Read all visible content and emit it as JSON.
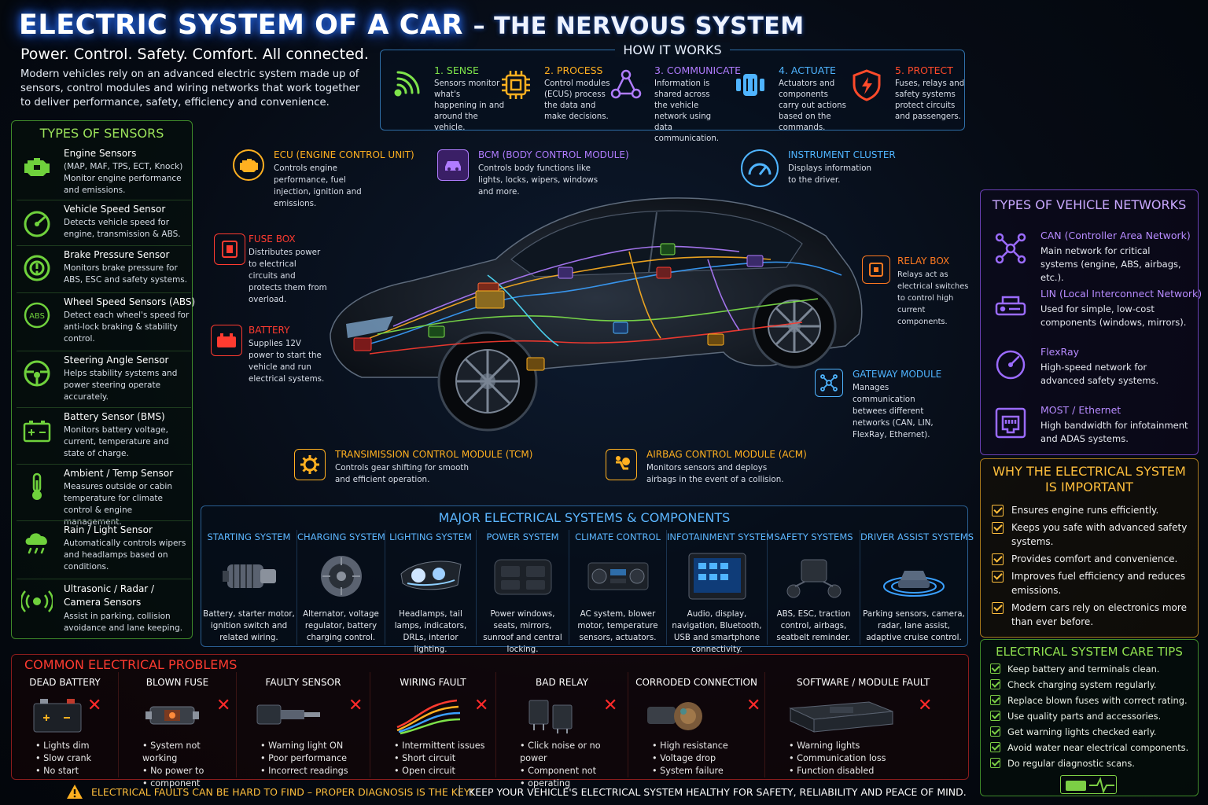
{
  "header": {
    "title_main": "ELECTRIC SYSTEM OF A CAR",
    "title_sub": "– THE NERVOUS SYSTEM",
    "tagline": "Power. Control. Safety. Comfort. All connected.",
    "intro": "Modern vehicles rely on an advanced electric system made up of sensors, control modules and wiring networks that work together to deliver performance, safety, efficiency and convenience."
  },
  "how_it_works": {
    "title": "HOW IT WORKS",
    "steps": [
      {
        "label": "1. SENSE",
        "desc": "Sensors monitor what's happening in and around the vehicle.",
        "color": "#7ee34a",
        "icon": "signal-icon"
      },
      {
        "label": "2. PROCESS",
        "desc": "Control modules (ECUS) process the data and make decisions.",
        "color": "#ffb020",
        "icon": "chip-icon"
      },
      {
        "label": "3. COMMUNICATE",
        "desc": "Information is shared across the vehicle network using data communication.",
        "color": "#b07cff",
        "icon": "network-icon"
      },
      {
        "label": "4. ACTUATE",
        "desc": "Actuators and components carry out actions based on the commands.",
        "color": "#4fb4ff",
        "icon": "actuator-icon"
      },
      {
        "label": "5. PROTECT",
        "desc": "Fuses, relays and safety systems protect circuits and passengers.",
        "color": "#ff4a2a",
        "icon": "shield-icon"
      }
    ]
  },
  "sensors": {
    "title": "TYPES OF SENSORS",
    "items": [
      {
        "name": "Engine Sensors",
        "desc": "(MAP, MAF, TPS, ECT, Knock) Monitor engine performance and emissions.",
        "icon": "engine-icon"
      },
      {
        "name": "Vehicle Speed Sensor",
        "desc": "Detects vehicle speed for engine, transmission & ABS.",
        "icon": "speedometer-icon"
      },
      {
        "name": "Brake Pressure Sensor",
        "desc": "Monitors brake pressure for ABS, ESC and safety systems.",
        "icon": "brake-icon"
      },
      {
        "name": "Wheel Speed Sensors (ABS)",
        "desc": "Detect each wheel's speed for anti-lock braking & stability control.",
        "icon": "abs-icon",
        "icon_text": "ABS"
      },
      {
        "name": "Steering Angle Sensor",
        "desc": "Helps stability systems and power steering operate accurately.",
        "icon": "steering-wheel-icon"
      },
      {
        "name": "Battery Sensor (BMS)",
        "desc": "Monitors battery voltage, current, temperature and state of charge.",
        "icon": "battery-icon"
      },
      {
        "name": "Ambient / Temp Sensor",
        "desc": "Measures outside or cabin temperature for climate control & engine management.",
        "icon": "thermometer-icon"
      },
      {
        "name": "Rain / Light Sensor",
        "desc": "Automatically controls wipers and headlamps based on conditions.",
        "icon": "rain-icon"
      },
      {
        "name": "Ultrasonic / Radar / Camera Sensors",
        "desc": "Assist in parking, collision avoidance and lane keeping.",
        "icon": "radar-icon"
      }
    ]
  },
  "callouts": {
    "ecu": {
      "label": "ECU (ENGINE CONTROL UNIT)",
      "desc": "Controls engine performance, fuel injection, ignition and emissions.",
      "color": "#ffb020"
    },
    "bcm": {
      "label": "BCM (BODY CONTROL MODULE)",
      "desc": "Controls body functions like lights, locks, wipers, windows and more.",
      "color": "#b07cff"
    },
    "cluster": {
      "label": "INSTRUMENT CLUSTER",
      "desc": "Displays information to the driver.",
      "color": "#4fb4ff"
    },
    "fuse": {
      "label": "FUSE BOX",
      "desc": "Distributes power to electrical circuits and protects them from overload.",
      "color": "#ff3b30"
    },
    "battery": {
      "label": "BATTERY",
      "desc": "Supplies 12V power to start the vehicle and run electrical systems.",
      "color": "#ff3b30"
    },
    "relay": {
      "label": "RELAY BOX",
      "desc": "Relays act as electrical switches to control high current components.",
      "color": "#ff7a20"
    },
    "gateway": {
      "label": "GATEWAY MODULE",
      "desc": "Manages communication betwees different networks (CAN, LIN, FlexRay, Ethernet).",
      "color": "#4fb4ff"
    },
    "tcm": {
      "label": "TRANSIMISSION CONTROL MODULE (TCM)",
      "desc": "Controls gear shifting for smooth and efficient operation.",
      "color": "#ffb020"
    },
    "acm": {
      "label": "AIRBAG CONTROL MODULE (ACM)",
      "desc": "Monitors sensors and deploys airbags in the event of a collision.",
      "color": "#ffb020"
    }
  },
  "networks": {
    "title": "TYPES OF VEHICLE NETWORKS",
    "items": [
      {
        "name": "CAN (Controller Area Network)",
        "desc": "Main network for critical systems (engine, ABS, airbags, etc.).",
        "icon": "can-network-icon"
      },
      {
        "name": "LIN (Local Interconnect Network)",
        "desc": "Used for simple, low-cost components (windows, mirrors).",
        "icon": "lin-network-icon"
      },
      {
        "name": "FlexRay",
        "desc": "High-speed network for advanced safety systems.",
        "icon": "gauge-icon"
      },
      {
        "name": "MOST / Ethernet",
        "desc": "High bandwidth for infotainment and ADAS systems.",
        "icon": "ethernet-port-icon"
      }
    ]
  },
  "why": {
    "title_line1": "WHY THE ELECTRICAL SYSTEM",
    "title_line2": "IS IMPORTANT",
    "items": [
      "Ensures engine runs efficiently.",
      "Keeps you safe with advanced safety systems.",
      "Provides comfort and convenience.",
      "Improves fuel efficiency and reduces emissions.",
      "Modern cars rely on electronics more than ever before."
    ]
  },
  "care": {
    "title": "ELECTRICAL SYSTEM CARE TIPS",
    "items": [
      "Keep battery and terminals clean.",
      "Check charging system regularly.",
      "Replace blown fuses with correct rating.",
      "Use quality parts and accessories.",
      "Get warning lights checked early.",
      "Avoid water near electrical components.",
      "Do regular diagnostic scans."
    ]
  },
  "major": {
    "title": "MAJOR ELECTRICAL SYSTEMS & COMPONENTS",
    "items": [
      {
        "name": "STARTING SYSTEM",
        "desc": "Battery, starter motor, ignition switch and related wiring."
      },
      {
        "name": "CHARGING SYSTEM",
        "desc": "Alternator, voltage regulator, battery charging control."
      },
      {
        "name": "LIGHTING SYSTEM",
        "desc": "Headlamps, tail lamps, indicators, DRLs, interior lighting."
      },
      {
        "name": "POWER SYSTEM",
        "desc": "Power windows, seats, mirrors, sunroof and central locking."
      },
      {
        "name": "CLIMATE CONTROL",
        "desc": "AC system, blower motor, temperature sensors, actuators."
      },
      {
        "name": "INFOTAINMENT SYSTEM",
        "desc": "Audio, display, navigation, Bluetooth, USB and smartphone connectivity."
      },
      {
        "name": "SAFETY SYSTEMS",
        "desc": "ABS, ESC, traction control, airbags, seatbelt reminder."
      },
      {
        "name": "DRIVER ASSIST SYSTEMS",
        "desc": "Parking sensors, camera, radar, lane assist, adaptive cruise control."
      }
    ]
  },
  "problems": {
    "title": "COMMON ELECTRICAL PROBLEMS",
    "items": [
      {
        "name": "DEAD BATTERY",
        "symptoms": [
          "Lights dim",
          "Slow crank",
          "No start"
        ]
      },
      {
        "name": "BLOWN FUSE",
        "symptoms": [
          "System not working",
          "No power to",
          "component"
        ]
      },
      {
        "name": "FAULTY SENSOR",
        "symptoms": [
          "Warning light ON",
          "Poor performance",
          "Incorrect readings"
        ]
      },
      {
        "name": "WIRING FAULT",
        "symptoms": [
          "Intermittent issues",
          "Short circuit",
          "Open circuit"
        ]
      },
      {
        "name": "BAD RELAY",
        "symptoms": [
          "Click noise or no power",
          "Component not",
          "operating"
        ]
      },
      {
        "name": "CORRODED CONNECTION",
        "symptoms": [
          "High resistance",
          "Voltage drop",
          "System failure"
        ]
      },
      {
        "name": "SOFTWARE / MODULE FAULT",
        "symptoms": [
          "Warning lights",
          "Communication loss",
          "Function disabled"
        ]
      }
    ]
  },
  "footer": {
    "warning": "ELECTRICAL FAULTS CAN BE HARD TO FIND – PROPER DIAGNOSIS IS THE KEY!",
    "separator": "|",
    "message": "KEEP YOUR VEHICLE'S ELECTRICAL SYSTEM HEALTHY FOR SAFETY, RELIABILITY AND PEACE OF MIND."
  }
}
